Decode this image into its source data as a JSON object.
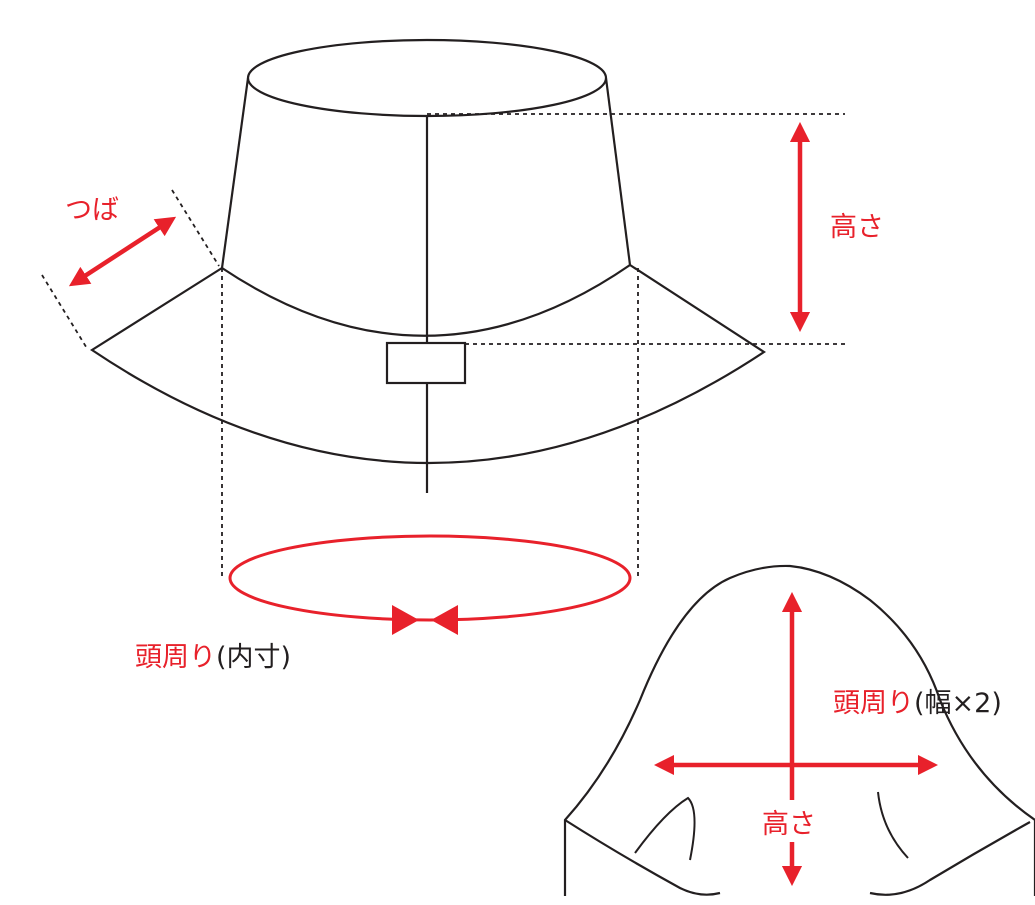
{
  "labels": {
    "brim": "つば",
    "height": "高さ",
    "head_circ": "頭周り",
    "head_circ_note": "(内寸)",
    "flat_head_circ": "頭周り",
    "flat_head_circ_note": "(幅×2)",
    "flat_height": "高さ"
  },
  "colors": {
    "accent": "#e8212b",
    "line": "#231f20",
    "text": "#231f20",
    "background": "#ffffff"
  }
}
